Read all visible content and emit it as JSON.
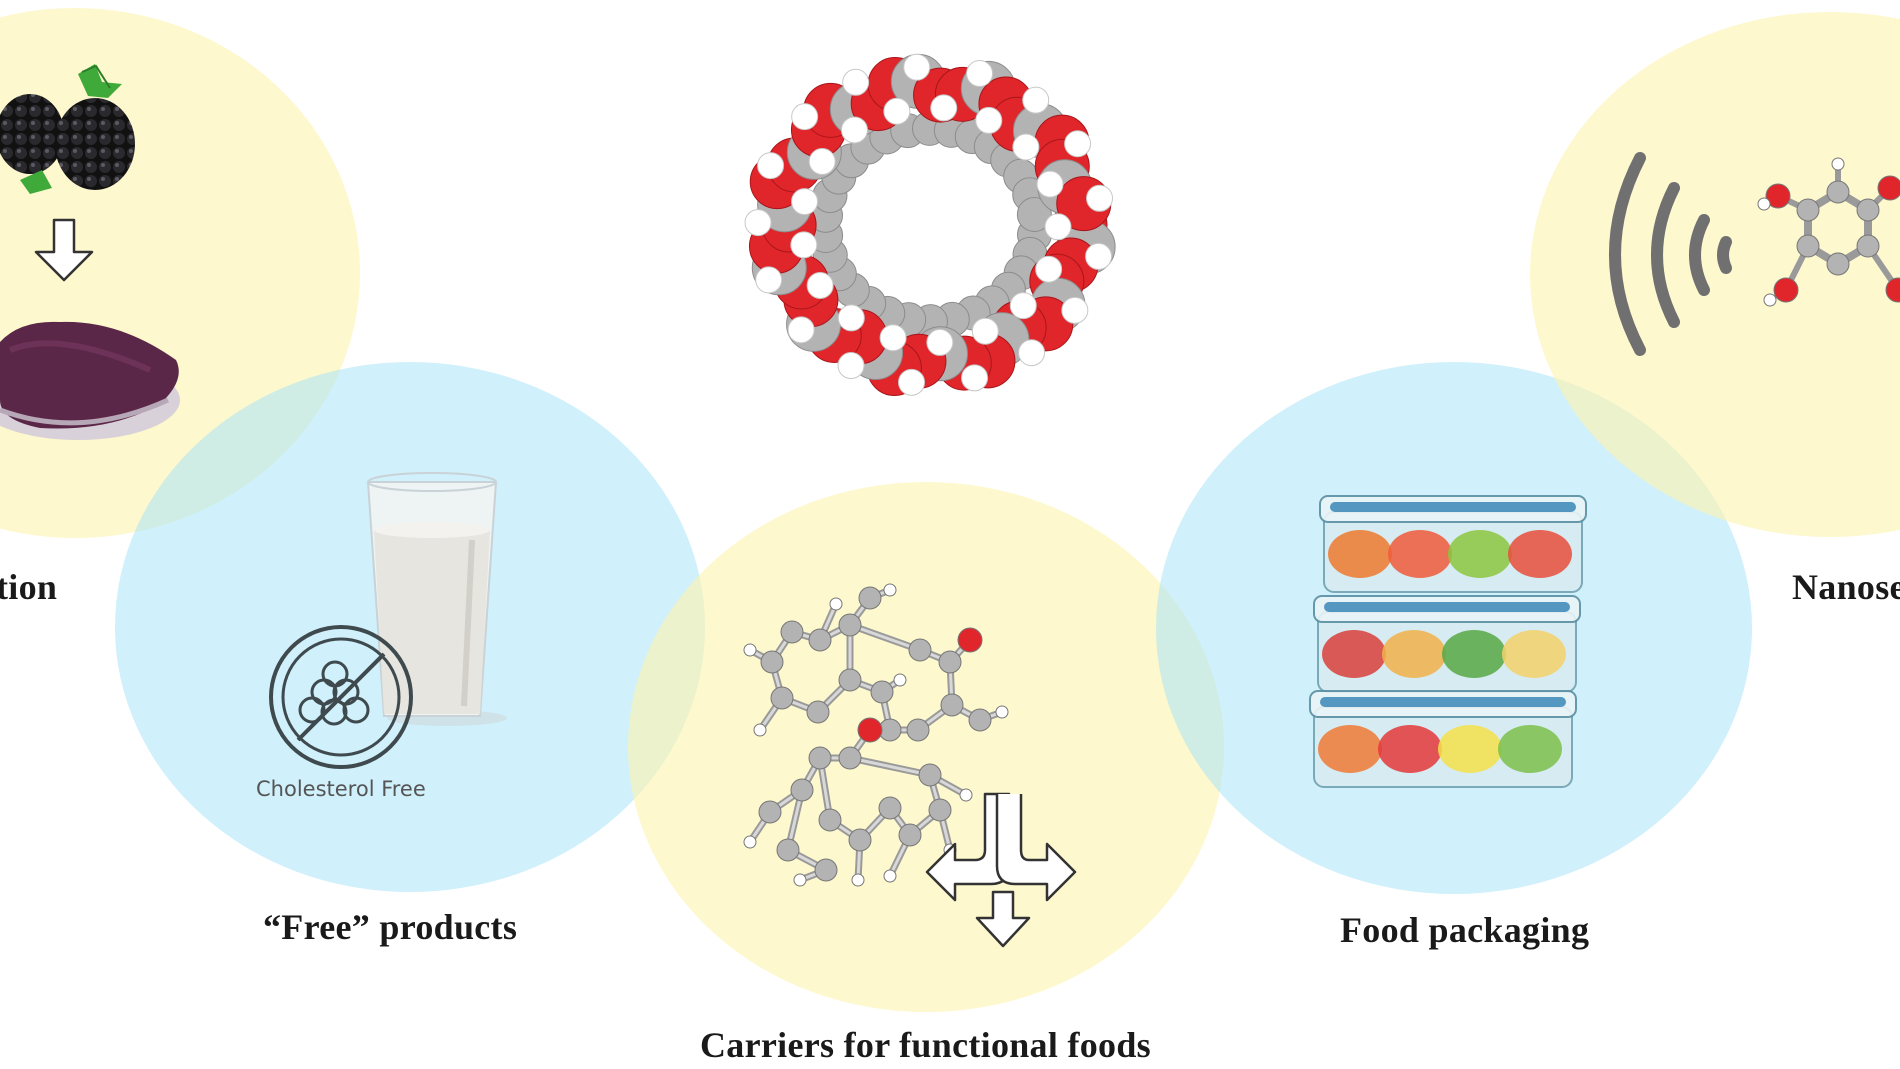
{
  "labels": {
    "encapsulation_partial": "tion",
    "free_products": "“Free” products",
    "carriers": "Carriers for functional foods",
    "food_packaging": "Food packaging",
    "nanosensors_partial": "Nanose"
  },
  "badge": {
    "text": "Cholesterol Free"
  },
  "icons": {
    "berries": "blackberries-icon",
    "powder": "purple-powder-dish-icon",
    "down_arrow": "down-arrow-icon",
    "cyclodextrin": "cyclodextrin-molecule-icon",
    "milk": "milk-glass-icon",
    "cholesterol_free": "cholesterol-free-badge-icon",
    "tocopherol": "ball-and-stick-molecule-icon",
    "split_arrows": "three-way-arrow-icon",
    "containers": "food-containers-icon",
    "signal": "signal-waves-icon",
    "phenol": "phenolic-molecule-icon"
  },
  "colors": {
    "yellow_circle": "#fcf4af",
    "blue_circle": "#aae4f8",
    "oxygen": "#e0262b",
    "carbon": "#b3b3b3",
    "hydrogen": "#ffffff"
  }
}
